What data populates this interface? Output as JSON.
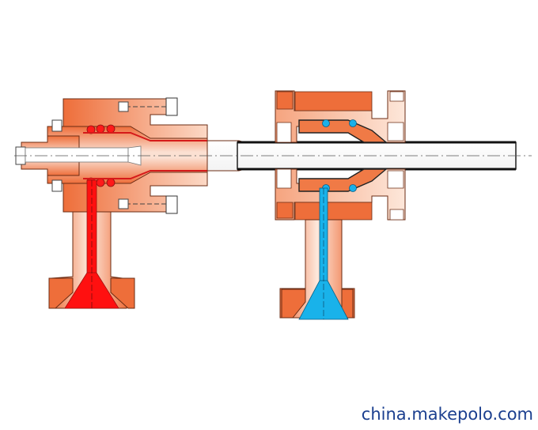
{
  "watermark": "china.makepolo.com",
  "colors": {
    "housing_orange": "#ee6e3a",
    "housing_light": "#fbe3d6",
    "hot_channel_red": "#ff1010",
    "cold_channel_blue": "#19b2ea",
    "outline": "#5a2a1a"
  },
  "parts": {
    "left_assembly": "hot-runner-nozzle-assembly",
    "right_assembly": "cooled-die-assembly",
    "pipe": "extruded-tube"
  }
}
